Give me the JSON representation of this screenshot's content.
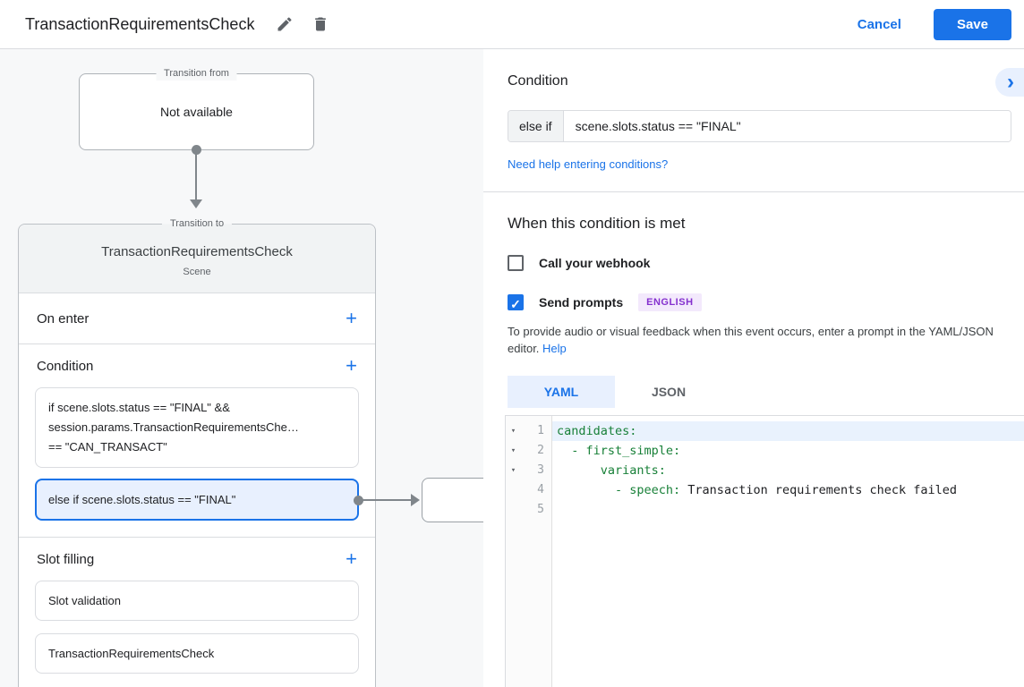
{
  "colors": {
    "accent": "#1a73e8",
    "selected_condition_bg": "#e8f0fe",
    "badge_bg": "#f3e9fc",
    "badge_text": "#8430ce",
    "code_key_green": "#188038"
  },
  "header": {
    "title": "TransactionRequirementsCheck",
    "cancel_label": "Cancel",
    "save_label": "Save"
  },
  "icons": {
    "add": "+",
    "chevron_right": "›",
    "check": "✓"
  },
  "canvas": {
    "transition_from": {
      "legend": "Transition from",
      "content": "Not available"
    },
    "transition_to": {
      "legend": "Transition to",
      "title": "TransactionRequirementsCheck",
      "subtitle": "Scene",
      "on_enter_label": "On enter",
      "condition_label": "Condition",
      "condition_if": {
        "line1": "if scene.slots.status == \"FINAL\" &&",
        "line2": "session.params.TransactionRequirementsChe…",
        "line3": "== \"CAN_TRANSACT\""
      },
      "condition_else": "else if scene.slots.status == \"FINAL\"",
      "slot_filling_label": "Slot filling",
      "slots": [
        "Slot validation",
        "TransactionRequirementsCheck"
      ]
    }
  },
  "panel": {
    "heading": "Condition",
    "condition_prefix": "else if",
    "condition_value": "scene.slots.status == \"FINAL\"",
    "help_link": "Need help entering conditions?",
    "when_heading": "When this condition is met",
    "webhook_label": "Call your webhook",
    "prompts_label": "Send prompts",
    "prompts_badge": "ENGLISH",
    "description": "To provide audio or visual feedback when this event occurs, enter a prompt in the YAML/JSON editor. ",
    "description_link": "Help",
    "tabs": [
      {
        "label": "YAML",
        "active": true
      },
      {
        "label": "JSON",
        "active": false
      }
    ],
    "editor": {
      "lines": [
        {
          "num": "1",
          "fold": "▾",
          "key": "candidates:",
          "value": ""
        },
        {
          "num": "2",
          "fold": "▾",
          "key": "  - first_simple:",
          "value": ""
        },
        {
          "num": "3",
          "fold": "▾",
          "key": "      variants:",
          "value": ""
        },
        {
          "num": "4",
          "fold": "",
          "key": "        - speech:",
          "value": " Transaction requirements check failed"
        },
        {
          "num": "5",
          "fold": "",
          "key": "",
          "value": ""
        }
      ]
    }
  }
}
